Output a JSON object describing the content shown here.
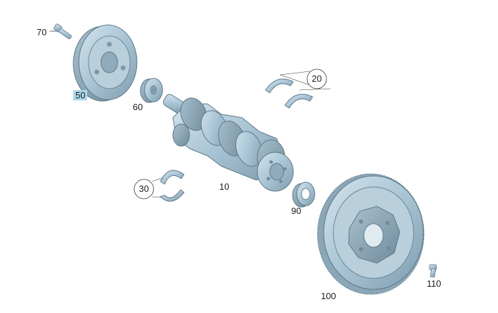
{
  "callouts": {
    "c70": "70",
    "c50": "50",
    "c60": "60",
    "c20": "20",
    "c10": "10",
    "c30": "30",
    "c90": "90",
    "c100": "100",
    "c110": "110"
  },
  "highlight_color": "#a9d8ea",
  "part_color": "#a8c4d4"
}
